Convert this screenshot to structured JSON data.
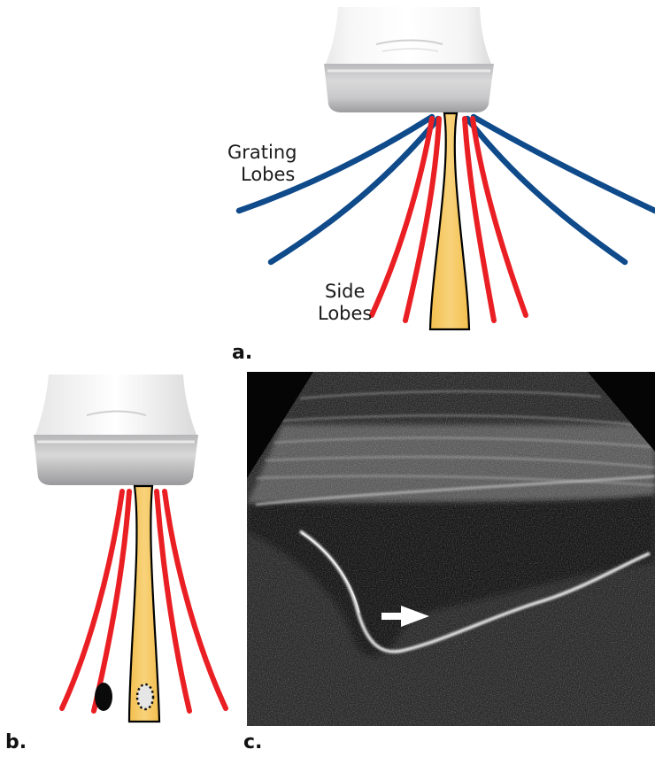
{
  "panel_a": {
    "letter": "a.",
    "grating_label": [
      "Grating",
      "Lobes"
    ],
    "side_label": [
      "Side",
      "Lobes"
    ]
  },
  "panel_b": {
    "letter": "b."
  },
  "panel_c": {
    "letter": "c."
  },
  "colors": {
    "grating_lobe": "#0f4a8a",
    "side_lobe": "#ea1f24",
    "main_beam": "#f6c65c",
    "ultrasound_bg": "#050505"
  }
}
